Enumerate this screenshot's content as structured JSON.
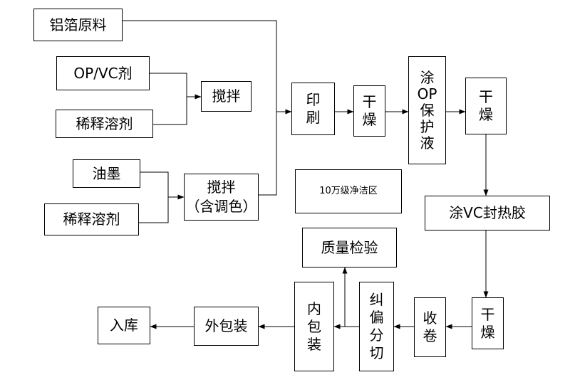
{
  "nodes": {
    "aluminum_foil": "铝箔原料",
    "op_vc_agent": "OP/VC剂",
    "diluent_1": "稀释溶剂",
    "mix_1": "搅拌",
    "ink": "油墨",
    "diluent_2": "稀释溶剂",
    "mix_2": "搅拌\n（含调色）",
    "print": "印刷",
    "dry_1": "干燥",
    "coat_op": "涂OP保护液",
    "dry_2": "干燥",
    "clean_zone": "10万级净洁区",
    "coat_vc": "涂VC封热胶",
    "dry_3": "干燥",
    "rewind": "收卷",
    "slit": "纠偏分切",
    "inner_pack": "内包装",
    "quality_check": "质量检验",
    "outer_pack": "外包装",
    "warehouse": "入库"
  }
}
